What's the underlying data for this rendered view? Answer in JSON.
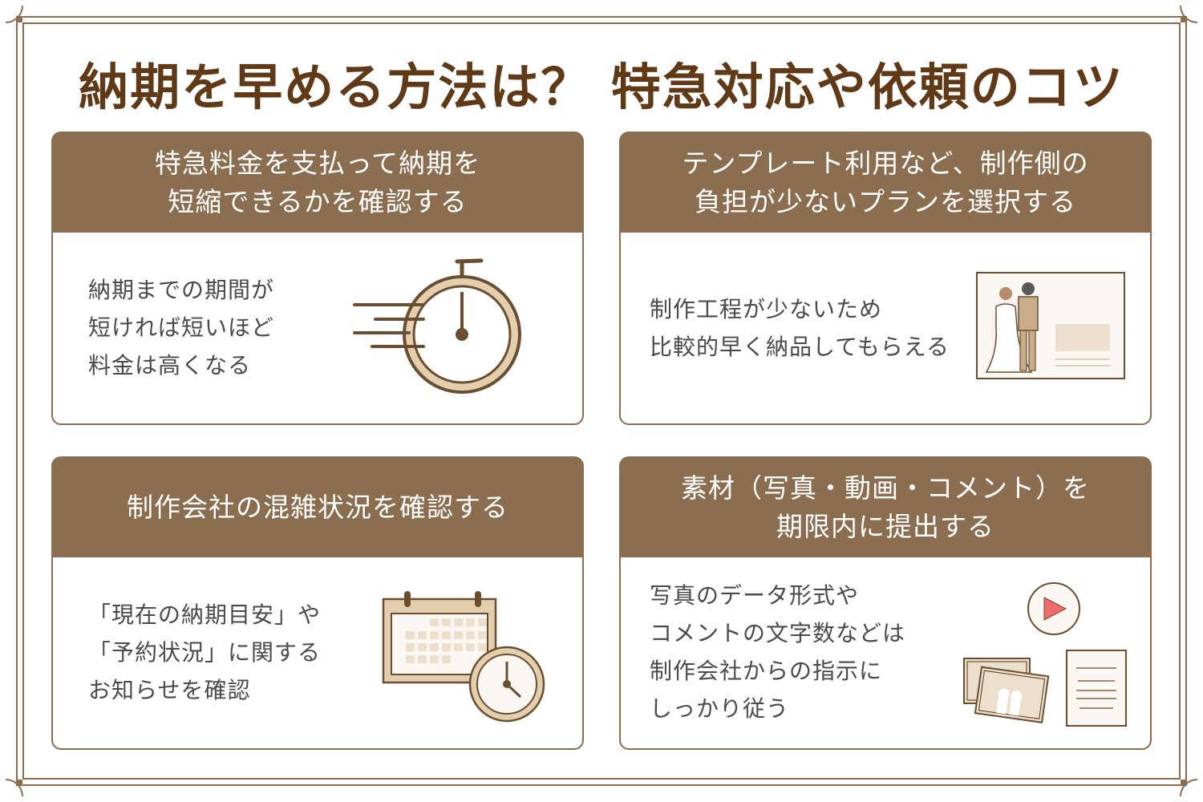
{
  "title": "納期を早める方法は？ 特急対応や依頼のコツ",
  "colors": {
    "frame": "#8b6d4f",
    "title": "#603a17",
    "card_header": "#8b6d4f",
    "body_text": "#4a4a4a",
    "accent_beige": "#e3cfae",
    "play_red": "#f06b6b"
  },
  "cards": [
    {
      "heading_line1": "特急料金を支払って納期を",
      "heading_line2": "短縮できるかを確認する",
      "body": [
        "納期までの期間が",
        "短ければ短いほど",
        "料金は高くなる"
      ],
      "icon": "stopwatch-icon"
    },
    {
      "heading_line1": "テンプレート利用など、制作側の",
      "heading_line2": "負担が少ないプランを選択する",
      "body": [
        "制作工程が少ないため",
        "比較的早く納品してもらえる"
      ],
      "icon": "wedding-template-icon"
    },
    {
      "heading_line1": "制作会社の混雑状況を確認する",
      "heading_line2": "",
      "body": [
        "「現在の納期目安」や",
        "「予約状況」に関する",
        "お知らせを確認"
      ],
      "icon": "calendar-clock-icon"
    },
    {
      "heading_line1": "素材（写真・動画・コメント）を",
      "heading_line2": "期限内に提出する",
      "body": [
        "写真のデータ形式や",
        "コメントの文字数などは",
        "制作会社からの指示に",
        "しっかり従う"
      ],
      "icon": "materials-icon"
    }
  ]
}
